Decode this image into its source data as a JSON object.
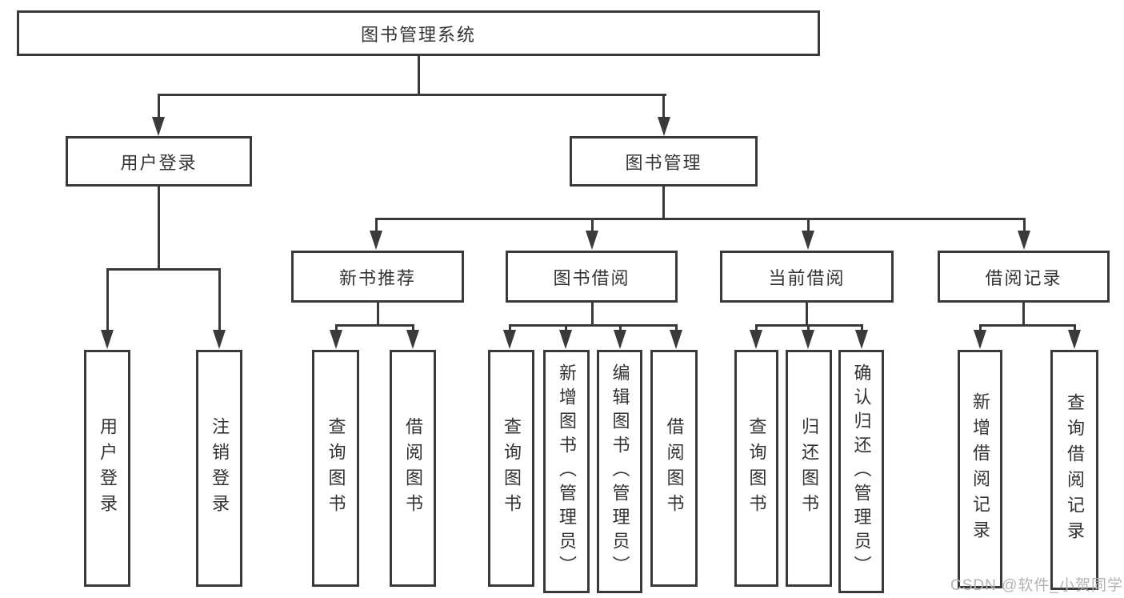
{
  "diagram": {
    "type": "hierarchy-tree",
    "root": {
      "label": "图书管理系统"
    },
    "level2": [
      {
        "label": "用户登录"
      },
      {
        "label": "图书管理"
      }
    ],
    "level3": [
      {
        "label": "新书推荐",
        "parent": "图书管理"
      },
      {
        "label": "图书借阅",
        "parent": "图书管理"
      },
      {
        "label": "当前借阅",
        "parent": "图书管理"
      },
      {
        "label": "借阅记录",
        "parent": "图书管理"
      }
    ],
    "leaves": [
      {
        "label": "用户登录",
        "parent": "用户登录"
      },
      {
        "label": "注销登录",
        "parent": "用户登录"
      },
      {
        "label": "查询图书",
        "parent": "新书推荐"
      },
      {
        "label": "借阅图书",
        "parent": "新书推荐"
      },
      {
        "label": "查询图书",
        "parent": "图书借阅"
      },
      {
        "label": "新增图书（管理员）",
        "parent": "图书借阅"
      },
      {
        "label": "编辑图书（管理员）",
        "parent": "图书借阅"
      },
      {
        "label": "借阅图书",
        "parent": "图书借阅"
      },
      {
        "label": "查询图书",
        "parent": "当前借阅"
      },
      {
        "label": "归还图书",
        "parent": "当前借阅"
      },
      {
        "label": "确认归还（管理员）",
        "parent": "当前借阅"
      },
      {
        "label": "新增借阅记录",
        "parent": "借阅记录"
      },
      {
        "label": "查询借阅记录",
        "parent": "借阅记录"
      }
    ],
    "colors": {
      "line": "#3a3a3a",
      "text": "#333333",
      "background": "#ffffff",
      "watermark": "#b3b3b3"
    }
  },
  "watermark": {
    "text": "CSDN @软件_小贺同学"
  }
}
